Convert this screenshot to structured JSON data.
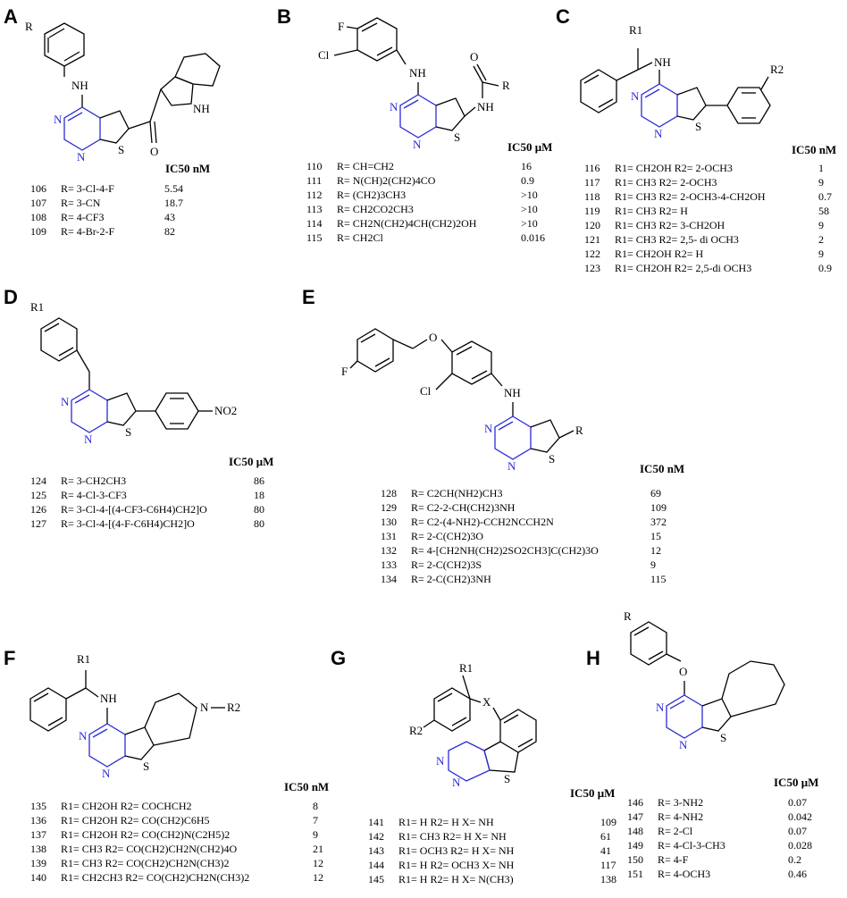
{
  "panels": [
    {
      "label": "A",
      "ic": "IC50 nM",
      "rows": [
        [
          "106",
          "R= 3-Cl-4-F",
          "5.54"
        ],
        [
          "107",
          "R= 3-CN",
          "18.7"
        ],
        [
          "108",
          "R= 4-CF3",
          "43"
        ],
        [
          "109",
          "R= 4-Br-2-F",
          "82"
        ]
      ]
    },
    {
      "label": "B",
      "ic": "IC50 μM",
      "rows": [
        [
          "110",
          "R= CH=CH2",
          "16"
        ],
        [
          "111",
          "R= N(CH)2(CH2)4CO",
          "0.9"
        ],
        [
          "112",
          "R= (CH2)3CH3",
          ">10"
        ],
        [
          "113",
          "R= CH2CO2CH3",
          ">10"
        ],
        [
          "114",
          "R= CH2N(CH2)4CH(CH2)2OH",
          ">10"
        ],
        [
          "115",
          "R= CH2Cl",
          "0.016"
        ]
      ]
    },
    {
      "label": "C",
      "ic": "IC50 nM",
      "rows": [
        [
          "116",
          "R1= CH2OH   R2= 2-OCH3",
          "1"
        ],
        [
          "117",
          "R1= CH3   R2= 2-OCH3",
          "9"
        ],
        [
          "118",
          "R1= CH3   R2= 2-OCH3-4-CH2OH",
          "0.7"
        ],
        [
          "119",
          "R1= CH3   R2= H",
          "58"
        ],
        [
          "120",
          "R1= CH3   R2= 3-CH2OH",
          "9"
        ],
        [
          "121",
          "R1= CH3   R2= 2,5- di OCH3",
          "2"
        ],
        [
          "122",
          "R1= CH2OH   R2= H",
          "9"
        ],
        [
          "123",
          "R1= CH2OH   R2= 2,5-di OCH3",
          "0.9"
        ]
      ]
    },
    {
      "label": "D",
      "ic": "IC50 μM",
      "rows": [
        [
          "124",
          "R= 3-CH2CH3",
          "86"
        ],
        [
          "125",
          "R= 4-Cl-3-CF3",
          "18"
        ],
        [
          "126",
          "R= 3-Cl-4-[(4-CF3-C6H4)CH2]O",
          "80"
        ],
        [
          "127",
          "R= 3-Cl-4-[(4-F-C6H4)CH2]O",
          "80"
        ]
      ]
    },
    {
      "label": "E",
      "ic": "IC50 nM",
      "rows": [
        [
          "128",
          "R= C2CH(NH2)CH3",
          "69"
        ],
        [
          "129",
          "R= C2-2-CH(CH2)3NH",
          "109"
        ],
        [
          "130",
          "R= C2-(4-NH2)-CCH2NCCH2N",
          "372"
        ],
        [
          "131",
          "R= 2-C(CH2)3O",
          "15"
        ],
        [
          "132",
          "R= 4-[CH2NH(CH2)2SO2CH3]C(CH2)3O",
          "12"
        ],
        [
          "133",
          "R= 2-C(CH2)3S",
          "9"
        ],
        [
          "134",
          "R= 2-C(CH2)3NH",
          "115"
        ]
      ]
    },
    {
      "label": "F",
      "ic": "IC50 nM",
      "rows": [
        [
          "135",
          "R1= CH2OH    R2= COCHCH2",
          "8"
        ],
        [
          "136",
          "R1= CH2OH    R2= CO(CH2)C6H5",
          "7"
        ],
        [
          "137",
          "R1= CH2OH    R2= CO(CH2)N(C2H5)2",
          "9"
        ],
        [
          "138",
          "R1= CH3    R2= CO(CH2)CH2N(CH2)4O",
          "21"
        ],
        [
          "139",
          "R1= CH3    R2= CO(CH2)CH2N(CH3)2",
          "12"
        ],
        [
          "140",
          "R1= CH2CH3    R2= CO(CH2)CH2N(CH3)2",
          "12"
        ]
      ]
    },
    {
      "label": "G",
      "ic": "IC50 μM",
      "rows": [
        [
          "141",
          "R1= H    R2= H    X= NH",
          "109"
        ],
        [
          "142",
          "R1= CH3    R2= H    X= NH",
          "61"
        ],
        [
          "143",
          "R1= OCH3    R2= H    X= NH",
          "41"
        ],
        [
          "144",
          "R1= H    R2= OCH3    X= NH",
          "117"
        ],
        [
          "145",
          "R1= H    R2= H    X= N(CH3)",
          "138"
        ]
      ]
    },
    {
      "label": "H",
      "ic": "IC50 μM",
      "rows": [
        [
          "146",
          "R= 3-NH2",
          "0.07"
        ],
        [
          "147",
          "R= 4-NH2",
          "0.042"
        ],
        [
          "148",
          "R= 2-Cl",
          "0.07"
        ],
        [
          "149",
          "R= 4-Cl-3-CH3",
          "0.028"
        ],
        [
          "150",
          "R= 4-F",
          "0.2"
        ],
        [
          "151",
          "R= 4-OCH3",
          "0.46"
        ]
      ]
    }
  ],
  "atoms": {
    "N": "N",
    "S": "S",
    "NH": "NH",
    "O": "O",
    "R": "R",
    "R1": "R1",
    "R2": "R2",
    "F": "F",
    "Cl": "Cl",
    "X": "X",
    "NO2": "NO2"
  },
  "colors": {
    "core": "#2b2bd6",
    "text": "#000000"
  }
}
